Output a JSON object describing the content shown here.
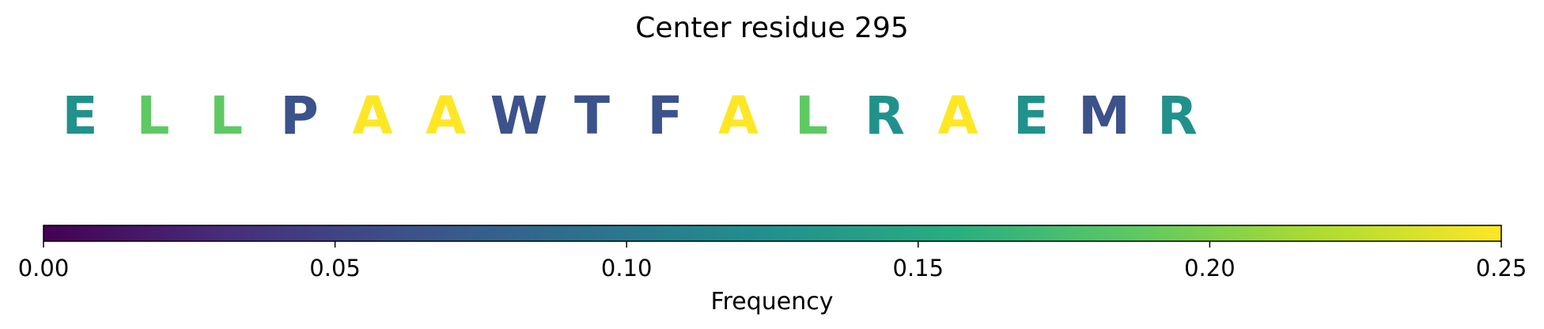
{
  "chart_data": {
    "type": "heatmap",
    "title": "Center residue 295",
    "residues": [
      {
        "letter": "E",
        "frequency": 0.125
      },
      {
        "letter": "L",
        "frequency": 0.1875
      },
      {
        "letter": "L",
        "frequency": 0.1875
      },
      {
        "letter": "P",
        "frequency": 0.0625
      },
      {
        "letter": "A",
        "frequency": 0.25
      },
      {
        "letter": "A",
        "frequency": 0.25
      },
      {
        "letter": "W",
        "frequency": 0.0625
      },
      {
        "letter": "T",
        "frequency": 0.0625
      },
      {
        "letter": "F",
        "frequency": 0.0625
      },
      {
        "letter": "A",
        "frequency": 0.25
      },
      {
        "letter": "L",
        "frequency": 0.1875
      },
      {
        "letter": "R",
        "frequency": 0.125
      },
      {
        "letter": "A",
        "frequency": 0.25
      },
      {
        "letter": "E",
        "frequency": 0.125
      },
      {
        "letter": "M",
        "frequency": 0.0625
      },
      {
        "letter": "R",
        "frequency": 0.125
      }
    ],
    "colorbar": {
      "label": "Frequency",
      "colormap": "viridis",
      "range": [
        0.0,
        0.25
      ],
      "ticks": [
        0.0,
        0.05,
        0.1,
        0.15,
        0.2,
        0.25
      ],
      "tick_labels": [
        "0.00",
        "0.05",
        "0.10",
        "0.15",
        "0.20",
        "0.25"
      ],
      "orientation": "horizontal"
    }
  }
}
